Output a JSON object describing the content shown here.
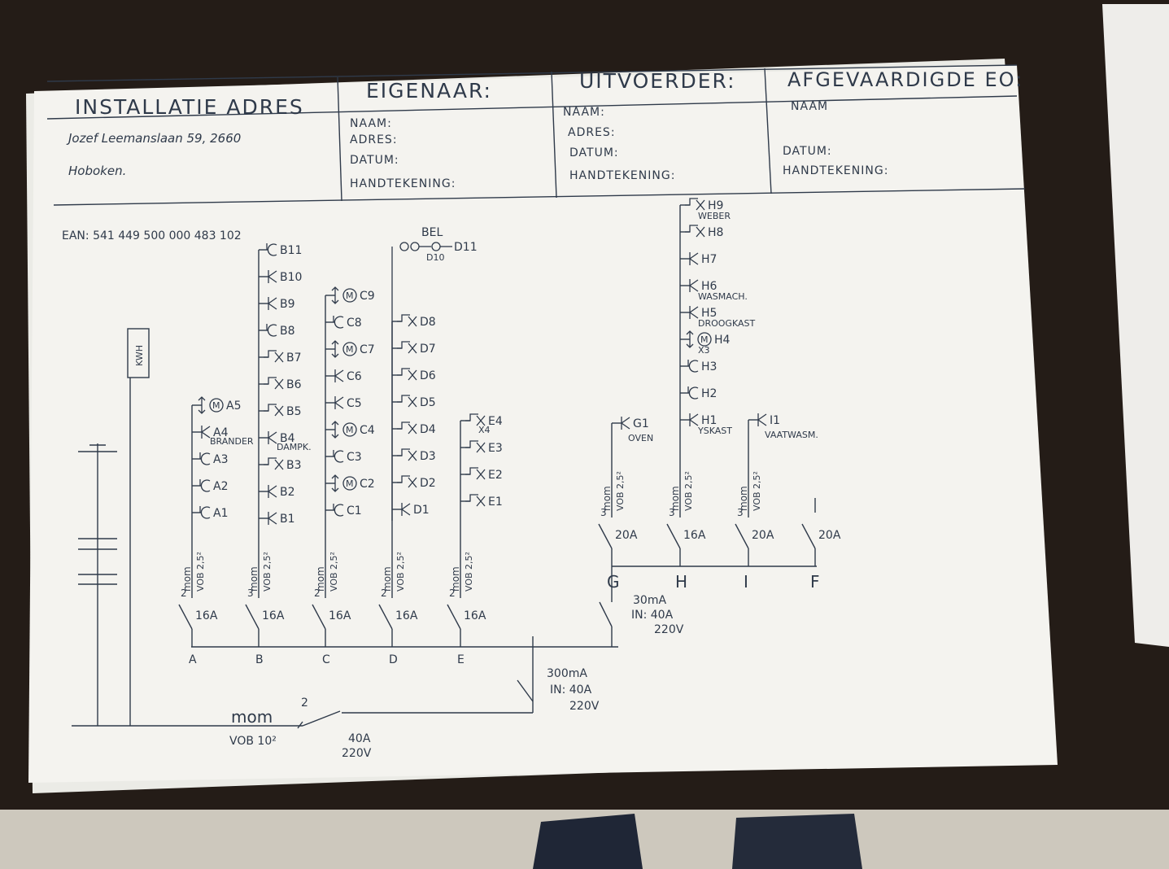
{
  "header": {
    "installatie": {
      "title": "INSTALLATIE ADRES",
      "line1": "Jozef Leemanslaan 59, 2660",
      "line2": "Hoboken."
    },
    "eigenaar": {
      "title": "EIGENAAR:",
      "naam": "NAAM:",
      "adres": "ADRES:",
      "datum": "DATUM:",
      "handtekening": "HANDTEKENING:"
    },
    "uitvoerder": {
      "title": "UITVOERDER:",
      "naam": "NAAM:",
      "adres": "ADRES:",
      "datum": "DATUM:",
      "handtekening": "HANDTEKENING:"
    },
    "afgevaardigde": {
      "title": "AFGEVAARDIGDE EO:",
      "naam": "NAAM",
      "datum": "DATUM:",
      "handtekening": "HANDTEKENING:"
    }
  },
  "ean": "EAN: 541 449 500 000 483 102",
  "kwh": "KWH",
  "main": {
    "cable_line1": "mom",
    "cable_line2": "VOB 10²",
    "poles": "2",
    "rating": "40A",
    "voltage": "220V"
  },
  "rcd300": {
    "line1": "300mA",
    "line2": "IN: 40A",
    "line3": "220V"
  },
  "rcd30": {
    "line1": "30mA",
    "line2": "IN: 40A",
    "line3": "220V"
  },
  "columns": {
    "A": {
      "name": "A",
      "rating": "16A",
      "poles": "2",
      "cable": "mom",
      "section": "VOB 2,5²",
      "circuits": [
        {
          "sym": "M",
          "label": "A5"
        },
        {
          "sym": "K",
          "label": "A4",
          "note": "BRANDER"
        },
        {
          "sym": "C",
          "label": "A3"
        },
        {
          "sym": "C",
          "label": "A2"
        },
        {
          "sym": "C",
          "label": "A1"
        }
      ]
    },
    "B": {
      "name": "B",
      "rating": "16A",
      "poles": "3",
      "cable": "mom",
      "section": "VOB 2,5²",
      "circuits": [
        {
          "sym": "C",
          "label": "B11"
        },
        {
          "sym": "K",
          "label": "B10"
        },
        {
          "sym": "K",
          "label": "B9"
        },
        {
          "sym": "C",
          "label": "B8"
        },
        {
          "sym": "S",
          "label": "B7"
        },
        {
          "sym": "S",
          "label": "B6"
        },
        {
          "sym": "S",
          "label": "B5"
        },
        {
          "sym": "K",
          "label": "B4",
          "note": "DAMPK."
        },
        {
          "sym": "S",
          "label": "B3"
        },
        {
          "sym": "K",
          "label": "B2"
        },
        {
          "sym": "K",
          "label": "B1"
        }
      ]
    },
    "C": {
      "name": "C",
      "rating": "16A",
      "poles": "2",
      "cable": "mom",
      "section": "VOB 2,5²",
      "circuits": [
        {
          "sym": "M",
          "label": "C9"
        },
        {
          "sym": "C",
          "label": "C8"
        },
        {
          "sym": "M",
          "label": "C7"
        },
        {
          "sym": "K",
          "label": "C6"
        },
        {
          "sym": "K",
          "label": "C5"
        },
        {
          "sym": "M",
          "label": "C4"
        },
        {
          "sym": "C",
          "label": "C3"
        },
        {
          "sym": "M",
          "label": "C2"
        },
        {
          "sym": "C",
          "label": "C1"
        }
      ]
    },
    "D": {
      "name": "D",
      "rating": "16A",
      "poles": "2",
      "cable": "mom",
      "section": "VOB 2,5²",
      "circuits": [
        {
          "sym": "S",
          "label": "D8"
        },
        {
          "sym": "S",
          "label": "D7"
        },
        {
          "sym": "S",
          "label": "D6"
        },
        {
          "sym": "S",
          "label": "D5"
        },
        {
          "sym": "S",
          "label": "D4"
        },
        {
          "sym": "S",
          "label": "D3"
        },
        {
          "sym": "S",
          "label": "D2"
        },
        {
          "sym": "K",
          "label": "D1"
        }
      ],
      "bel": "BEL",
      "d10": "D10",
      "d11": "D11"
    },
    "E": {
      "name": "E",
      "rating": "16A",
      "poles": "2",
      "cable": "mom",
      "section": "VOB 2,5²",
      "circuits": [
        {
          "sym": "S",
          "label": "E4",
          "note": "X4"
        },
        {
          "sym": "S",
          "label": "E3"
        },
        {
          "sym": "S",
          "label": "E2"
        },
        {
          "sym": "S",
          "label": "E1"
        }
      ]
    },
    "G": {
      "name": "G",
      "rating": "20A",
      "poles": "3",
      "cable": "mom",
      "section": "VOB 2,5²",
      "label": "G1",
      "note": "OVEN"
    },
    "H": {
      "name": "H",
      "rating": "16A",
      "poles": "3",
      "cable": "mom",
      "section": "VOB 2,5²",
      "circuits": [
        {
          "sym": "S",
          "label": "H9",
          "note": "WEBER"
        },
        {
          "sym": "S",
          "label": "H8"
        },
        {
          "sym": "K",
          "label": "H7"
        },
        {
          "sym": "K",
          "label": "H6",
          "note": "WASMACH."
        },
        {
          "sym": "K",
          "label": "H5",
          "note": "DROOGKAST"
        },
        {
          "sym": "M",
          "label": "H4",
          "note": "X3"
        },
        {
          "sym": "C",
          "label": "H3"
        },
        {
          "sym": "C",
          "label": "H2"
        },
        {
          "sym": "K",
          "label": "H1",
          "note": "YSKAST"
        }
      ]
    },
    "I": {
      "name": "I",
      "rating": "20A",
      "poles": "3",
      "cable": "mom",
      "section": "VOB 2,5²",
      "label": "I1",
      "note": "VAATWASM."
    },
    "F": {
      "name": "F",
      "rating": "20A"
    }
  },
  "colors": {
    "ink": "#2f3a4a",
    "paper": "#f4f3ef",
    "table": "#241c17"
  }
}
